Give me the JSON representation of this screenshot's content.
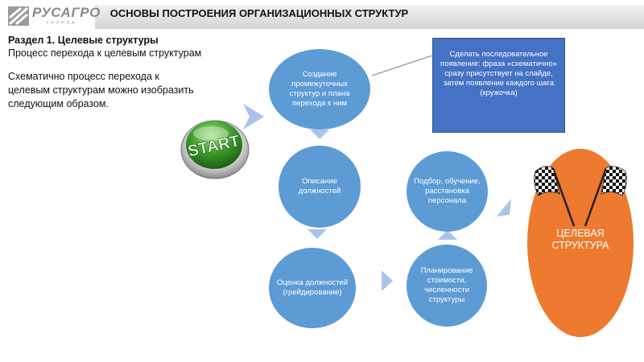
{
  "header": {
    "logo_text": "РУСАГРО",
    "logo_sub": "ГРУППА",
    "title": "ОСНОВЫ ПОСТРОЕНИЯ ОРГАНИЗАЦИОННЫХ СТРУКТУР"
  },
  "section_title": "Раздел 1. Целевые структуры",
  "subtitle": "Процесс перехода к целевым структурам",
  "description": "Схематично процесс перехода к целевым структурам можно изобразить следующим образом.",
  "start_label": "START",
  "steps": [
    {
      "label": "Создание промежуточных структур и плана перехода к ним"
    },
    {
      "label": "Описание должностей"
    },
    {
      "label": "Оценка должностей (грейдирование)"
    },
    {
      "label": "Планирование стоимости, численности структуры"
    },
    {
      "label": "Подбор, обучение, расстановка персонала"
    }
  ],
  "note": "Сделать последовательное появление: фраза «схематично» сразу присутствует на слайде, затем появление каждого шага (кружочка)",
  "target_label": "ЦЕЛЕВАЯ СТРУКТУРА",
  "colors": {
    "circle": "#5d9bd5",
    "arrow": "#a9c4e8",
    "note": "#4472c4",
    "target": "#ed7a2e",
    "start_green": "#3a9a2a"
  }
}
